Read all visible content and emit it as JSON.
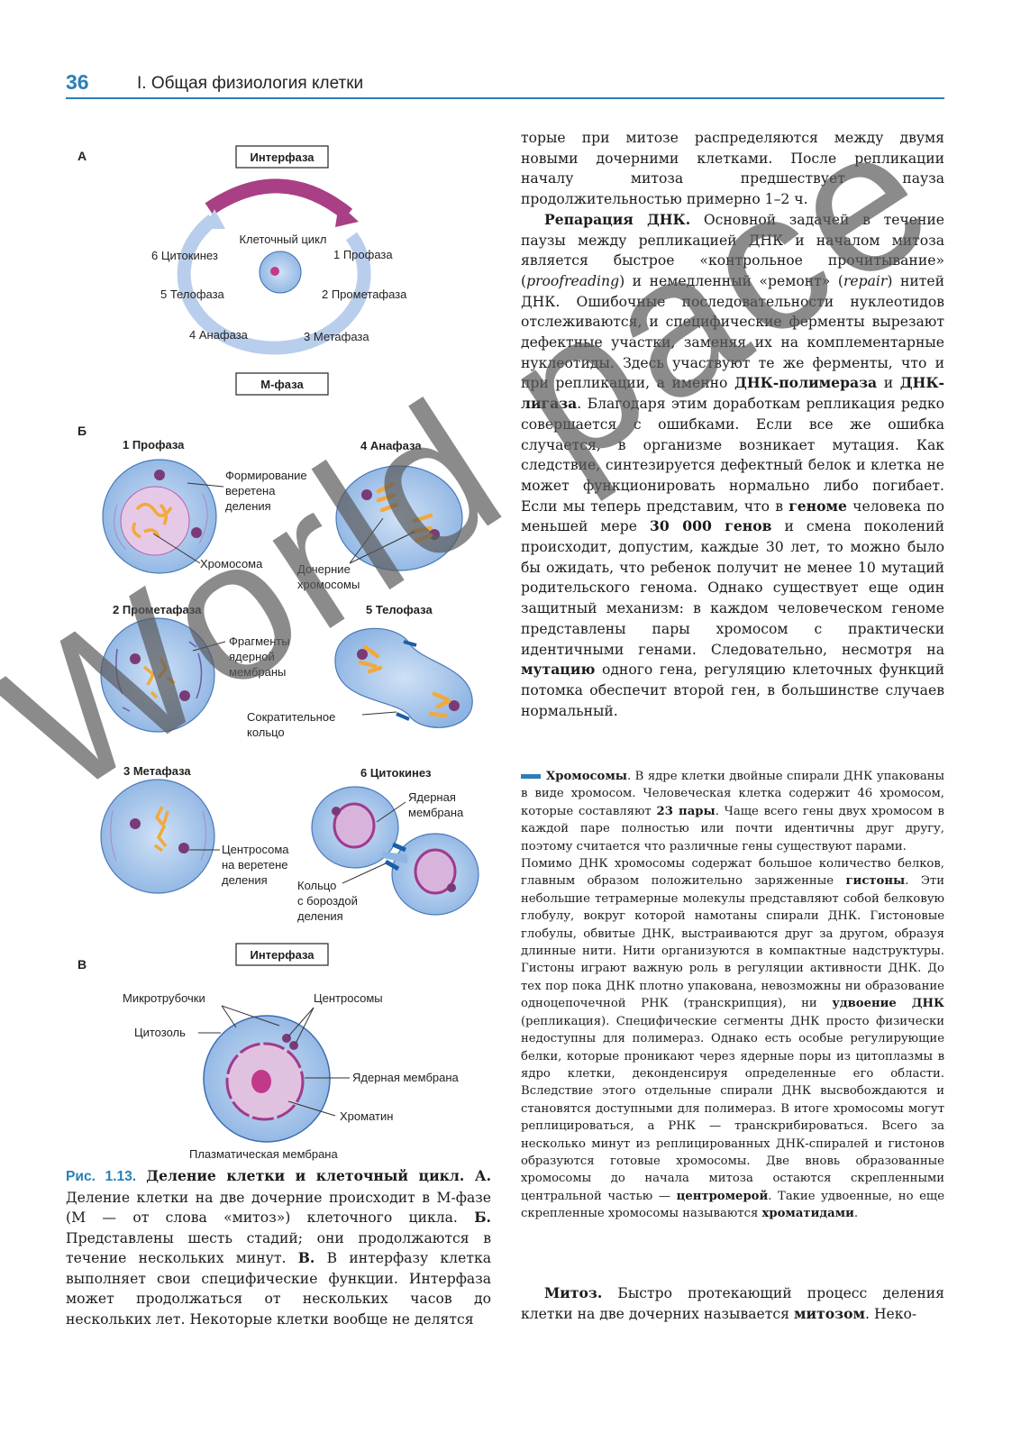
{
  "header": {
    "page_number": "36",
    "title": "I. Общая физиология клетки"
  },
  "figure": {
    "a": {
      "label": "А",
      "interphase": "Интерфаза",
      "mphase": "М-фаза",
      "cycle": "Клеточный цикл",
      "stages": [
        "6 Цитокинез",
        "1 Профаза",
        "5 Телофаза",
        "2 Прометафаза",
        "4 Анафаза",
        "3 Метафаза"
      ]
    },
    "b": {
      "label": "Б",
      "prophase": "1 Профаза",
      "anaphase": "4 Анафаза",
      "prometaphase": "2 Прометафаза",
      "telophase": "5 Телофаза",
      "metaphase": "3 Метафаза",
      "cytokinesis": "6 Цитокинез",
      "spindle_1": "Формирование",
      "spindle_2": "веретена",
      "spindle_3": "деления",
      "chromosome": "Хромосома",
      "daughter_1": "Дочерние",
      "daughter_2": "хромосомы",
      "fragments_1": "Фрагменты",
      "fragments_2": "ядерной",
      "fragments_3": "мембраны",
      "ring_1": "Сократительное",
      "ring_2": "кольцо",
      "nucmem_1": "Ядерная",
      "nucmem_2": "мембрана",
      "centro_1": "Центросома",
      "centro_2": "на веретене",
      "centro_3": "деления",
      "furrow_1": "Кольцо",
      "furrow_2": "с бороздой",
      "furrow_3": "деления"
    },
    "c": {
      "label": "В",
      "interphase": "Интерфаза",
      "microtubules": "Микротрубочки",
      "centrosomes": "Центросомы",
      "cytosol": "Цитозоль",
      "nuclear_membrane": "Ядерная мембрана",
      "chromatin": "Хроматин",
      "plasma_membrane": "Плазматическая мембрана"
    }
  },
  "caption": {
    "label": "Рис. 1.13.",
    "bold_title": "Деление клетки и клеточный цикл. А.",
    "t1": "Деление клетки на две дочерние происходит в М-фазе (М — от слова «митоз») клеточного цикла.",
    "b_label": "Б.",
    "t2": "Представлены шесть стадий; они продолжаются в течение нескольких минут.",
    "c_label": "В.",
    "t3": "В интерфазу клетка выполняет свои специфические функции. Интерфаза может продолжаться от нескольких часов до нескольких лет. Некоторые клетки вообще не делятся"
  },
  "right": {
    "p1": "торые при митозе распределяются между двумя новыми дочерними клетками. После репликации началу митоза предшествует пауза продолжительностью примерно 1–2 ч.",
    "repair_head": "Репарация ДНК.",
    "r1": "Основной задачей в течение паузы между репликацией ДНК и началом митоза является быстрое «контрольное прочитывание» (",
    "proofreading": "proofreading",
    "r2": ") и немедленный «ремонт» (",
    "repair": "repair",
    "r3": ") нитей ДНК. Ошибочные последовательности нуклеотидов отслеживаются, и специфические ферменты вырезают дефектные участки, заменяя их на комплементарные нуклеотиды. Здесь участвуют те же ферменты, что и при репликации, а именно",
    "polymerase": "ДНК-полимераза",
    "and": "и",
    "ligase": "ДНК-лигаза",
    "r4": ". Благодаря этим доработкам репликация редко совершается с ошибками. Если все же ошибка случается, в организме возникает мутация. Как следствие, синтезируется дефектный белок и клетка не может функционировать нормально либо погибает. Если мы теперь представим, что в",
    "genome": "геноме",
    "r5": "человека по меньшей мере",
    "genes": "30 000 генов",
    "r6": "и смена поколений происходит, допустим, каждые 30 лет, то можно было бы ожидать, что ребенок получит не менее 10 мутаций родительского генома. Однако существует еще один защитный механизм: в каждом человеческом геноме представлены пары хромосом с практически идентичными генами. Следовательно, несмотря на",
    "mutation": "мутацию",
    "r7": "одного гена, регуляцию клеточных функций потомка обеспечит второй ген, в большинстве случаев нормальный.",
    "chrom_head": "Хромосомы",
    "c1": ". В ядре клетки двойные спирали ДНК упакованы в виде хромосом. Человеческая клетка содержит 46 хромосом, которые составляют",
    "pairs": "23 пары",
    "c2": ". Чаще всего гены двух хромосом в каждой паре полностью или почти идентичны друг другу, поэтому считается что различные гены существуют парами.",
    "c3": "Помимо ДНК хромосомы содержат большое количество белков, главным образом положительно заряженные",
    "histones": "гистоны",
    "c4": ". Эти небольшие тетрамерные молекулы представляют собой белковую глобулу, вокруг которой намотаны спирали ДНК. Гистоновые глобулы, обвитые ДНК, выстраиваются друг за другом, образуя длинные нити. Нити организуются в компактные надструктуры. Гистоны играют важную роль в регуляции активности ДНК. До тех пор пока ДНК плотно упакована, невозможны ни образование одноцепочечной РНК (транскрипция), ни",
    "doubling": "удвоение ДНК",
    "c5": "(репликация). Специфические сегменты ДНК просто физически недоступны для полимераз. Однако есть особые регулирующие белки, которые проникают через ядерные поры из цитоплазмы в ядро клетки, деконденсируя определенные его области. Вследствие этого отдельные спирали ДНК высвобождаются и становятся доступными для полимераз. В итоге хромосомы могут реплицироваться, а РНК — транскрибироваться. Всего за несколько минут из реплицированных ДНК-спиралей и гистонов образуются готовые хромосомы. Две вновь образованные хромосомы до начала митоза остаются скрепленными центральной частью —",
    "centromere": "центромерой",
    "c6": ". Такие удвоенные, но еще скрепленные хромосомы называются",
    "chromatids": "хроматидами",
    "c7": ".",
    "mitosis_head": "Митоз.",
    "m1": "Быстро протекающий процесс деления клетки на две дочерних называется",
    "mitosis": "митозом",
    "m2": ". Неко-"
  },
  "watermark": "World pace"
}
